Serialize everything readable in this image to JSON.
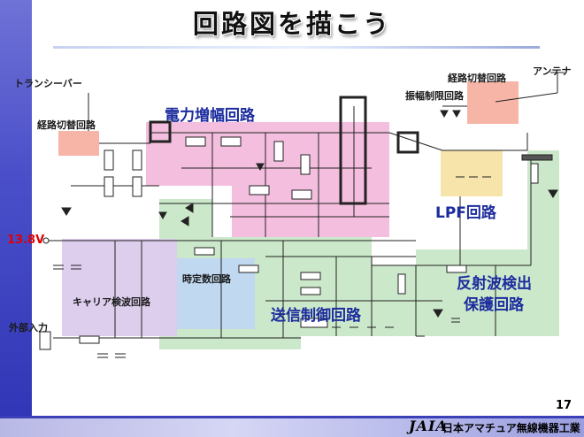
{
  "title": "回路図を描こう",
  "labels": {
    "transceiver": "トランシーバー",
    "route_switch_left": "経路切替回路",
    "power_amp": "電力増幅回路",
    "route_switch_right": "経路切替回路",
    "antenna": "アンテナ",
    "amplitude_limit": "振幅制限回路",
    "lpf": "LPF回路",
    "voltage": "13.8V",
    "time_constant": "時定数回路",
    "carrier_detect": "キャリア検波回路",
    "reflected_wave_line1": "反射波検出",
    "reflected_wave_line2": "保護回路",
    "tx_control": "送信制御回路",
    "external_input": "外部入力"
  },
  "footer": {
    "logo": "JAIA",
    "org": "日本アマチュア無線機器工業会",
    "page": "17"
  },
  "colors": {
    "sidebar": "#4a4fc9",
    "label_blue": "#1c2c9e",
    "voltage_red": "#e00000",
    "zone_pink": "#f3b7dc",
    "zone_green": "#c7e6c4",
    "zone_purple": "#dccbed",
    "zone_blue": "#bfd8f2",
    "zone_yellow": "#f6e3a6",
    "zone_salmon": "#f5b1a1"
  }
}
